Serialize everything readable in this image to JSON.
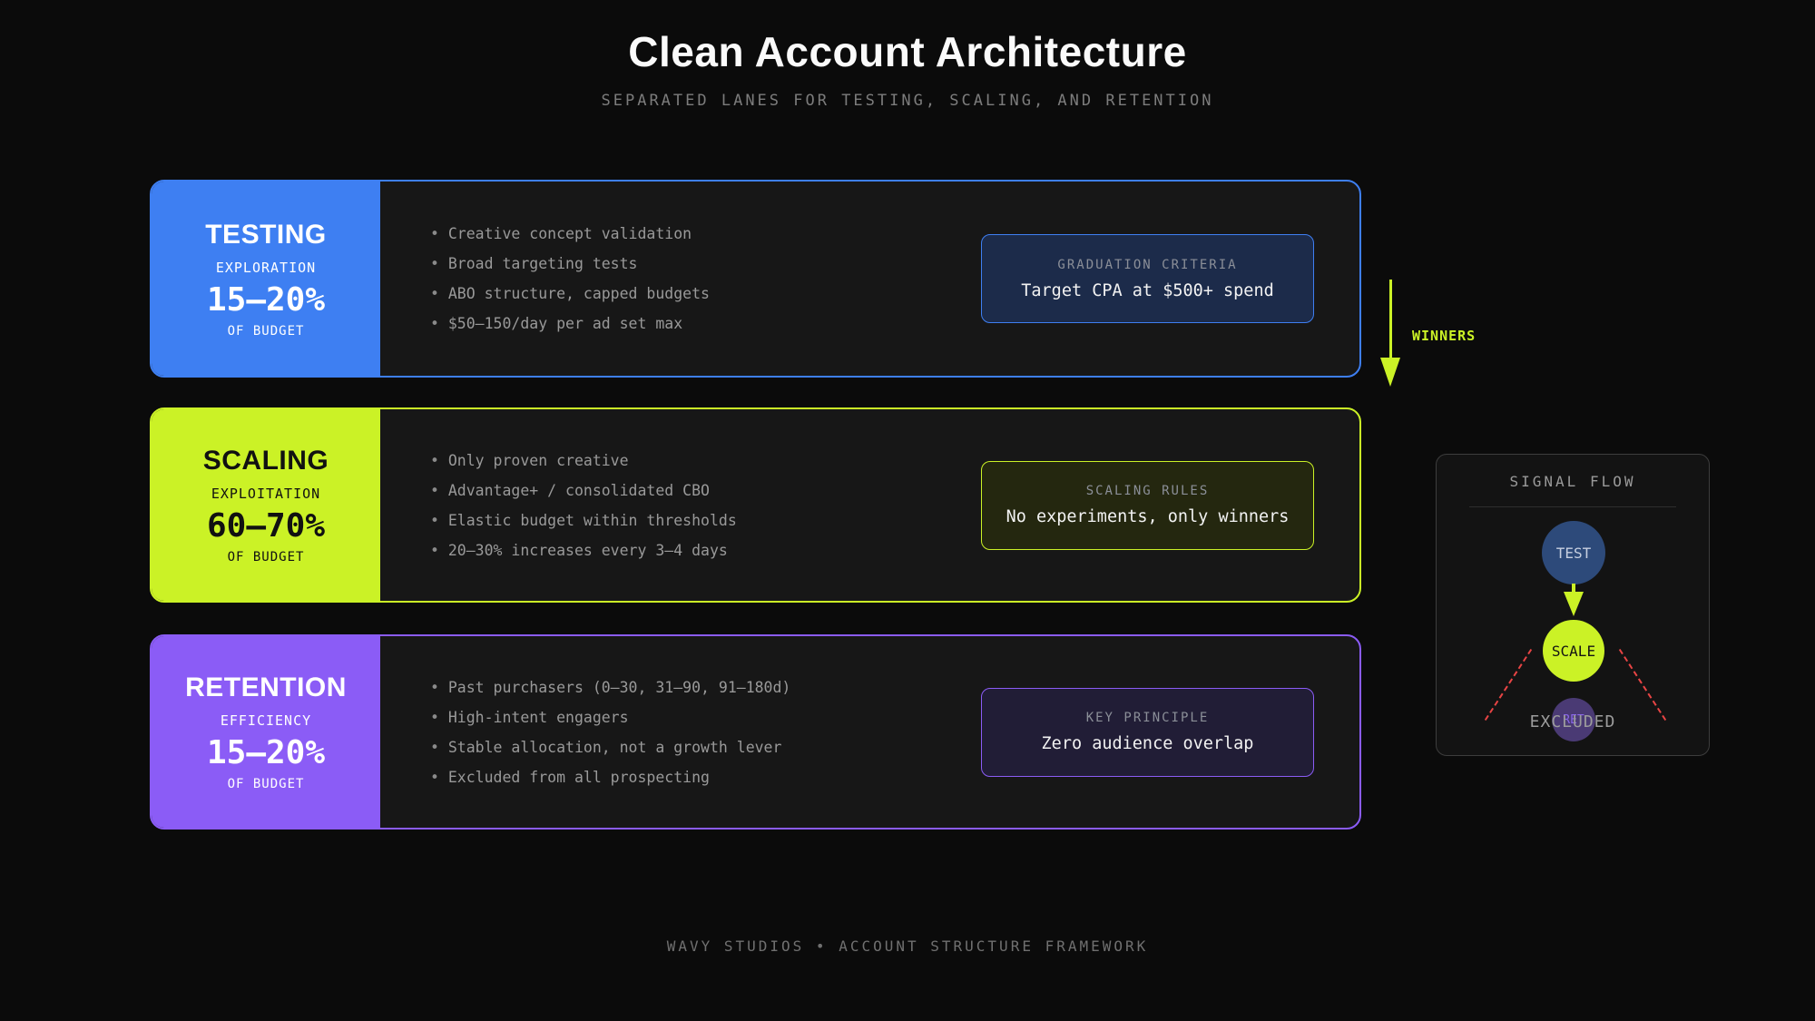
{
  "page": {
    "title": "Clean Account Architecture",
    "subtitle": "SEPARATED LANES FOR TESTING, SCALING, AND RETENTION",
    "footer": "WAVY STUDIOS • ACCOUNT STRUCTURE FRAMEWORK"
  },
  "colors": {
    "background": "#0b0b0b",
    "lane_interior": "#171717",
    "testing_accent": "#3e7ff2",
    "scaling_accent": "#cbf226",
    "retention_accent": "#8b5cf6",
    "exclusion_red": "#e84444",
    "muted_text": "#999999"
  },
  "lanes": [
    {
      "name": "TESTING",
      "mode": "EXPLORATION",
      "percent": "15–20%",
      "of_label": "OF BUDGET",
      "accent": "#3e7ff2",
      "bullets": [
        "Creative concept validation",
        "Broad targeting tests",
        "ABO structure, capped budgets",
        "$50–150/day per ad set max"
      ],
      "box": {
        "title": "GRADUATION CRITERIA",
        "body": "Target CPA at $500+ spend"
      }
    },
    {
      "name": "SCALING",
      "mode": "EXPLOITATION",
      "percent": "60–70%",
      "of_label": "OF BUDGET",
      "accent": "#cbf226",
      "bullets": [
        "Only proven creative",
        "Advantage+ / consolidated CBO",
        "Elastic budget within thresholds",
        "20–30% increases every 3–4 days"
      ],
      "box": {
        "title": "SCALING RULES",
        "body": "No experiments, only winners"
      }
    },
    {
      "name": "RETENTION",
      "mode": "EFFICIENCY",
      "percent": "15–20%",
      "of_label": "OF BUDGET",
      "accent": "#8b5cf6",
      "bullets": [
        "Past purchasers (0–30, 31–90, 91–180d)",
        "High-intent engagers",
        "Stable allocation, not a growth lever",
        "Excluded from all prospecting"
      ],
      "box": {
        "title": "KEY PRINCIPLE",
        "body": "Zero audience overlap"
      }
    }
  ],
  "winners_arrow": {
    "label": "WINNERS"
  },
  "signal_flow": {
    "title": "SIGNAL FLOW",
    "nodes": [
      {
        "label": "TEST"
      },
      {
        "label": "SCALE"
      },
      {
        "label": "RET"
      }
    ],
    "excluded_label": "EXCLUDED"
  }
}
